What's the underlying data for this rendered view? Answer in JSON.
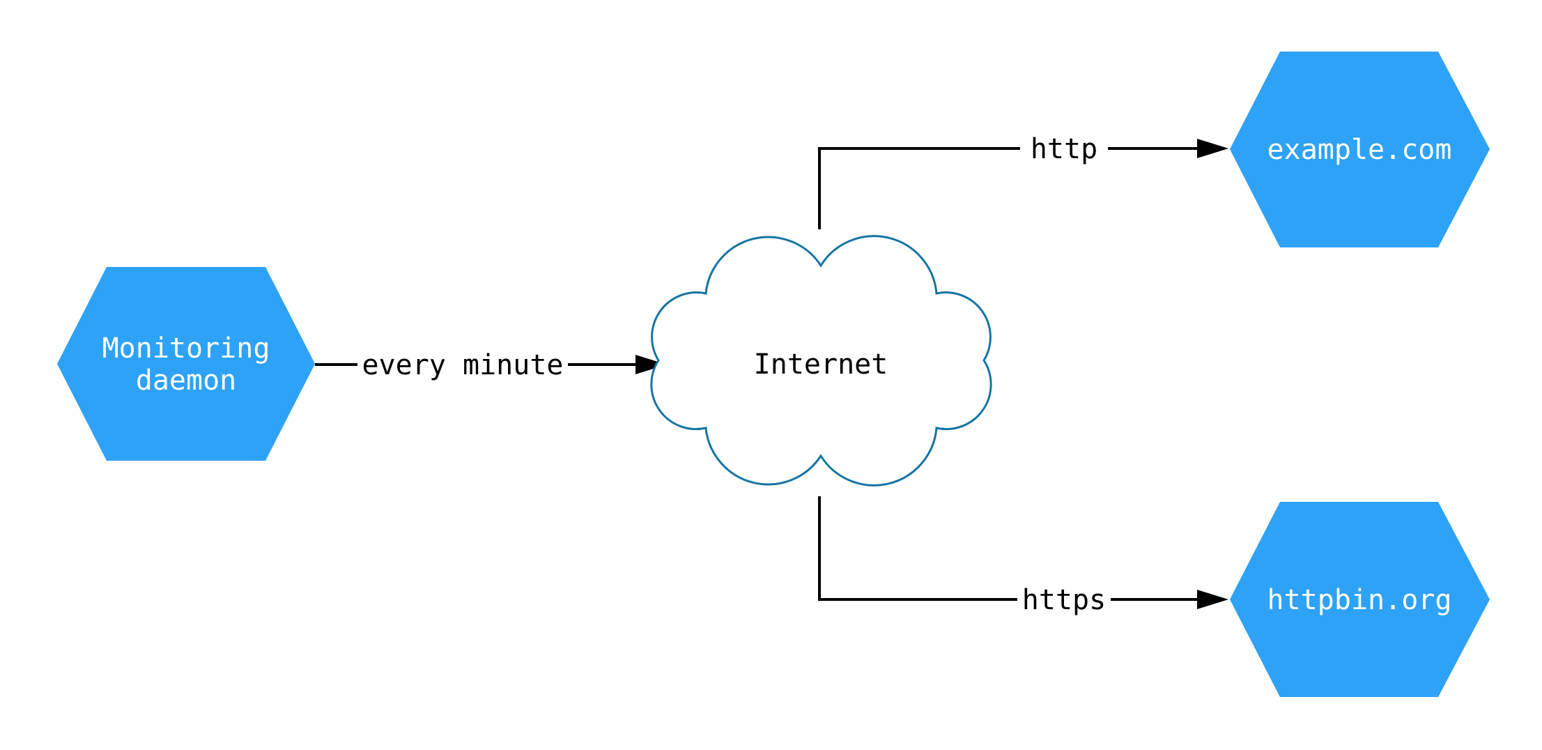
{
  "diagram": {
    "title": "monitoring-network-diagram",
    "colors": {
      "node_fill": "#2EA2F7",
      "node_text": "#ffffff",
      "cloud_stroke": "#1474A4",
      "cloud_fill": "#ffffff",
      "line": "#000000",
      "edge_label_text": "#000000",
      "background": "#ffffff"
    },
    "nodes": {
      "monitoring": {
        "label_line1": "Monitoring",
        "label_line2": "daemon"
      },
      "internet": {
        "label": "Internet"
      },
      "example": {
        "label": "example.com"
      },
      "httpbin": {
        "label": "httpbin.org"
      }
    },
    "edges": {
      "every_minute": {
        "label": "every minute",
        "from": "Monitoring daemon",
        "to": "Internet"
      },
      "http": {
        "label": "http",
        "from": "Internet",
        "to": "example.com"
      },
      "https": {
        "label": "https",
        "from": "Internet",
        "to": "httpbin.org"
      }
    }
  }
}
